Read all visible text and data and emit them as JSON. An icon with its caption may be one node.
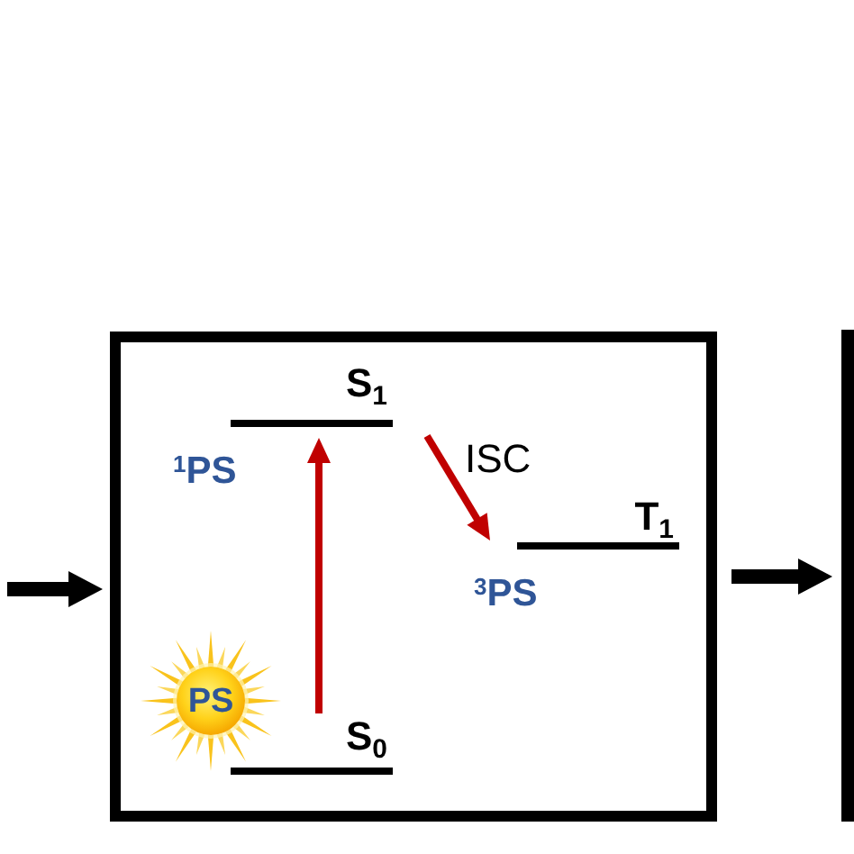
{
  "diagram": {
    "nodes": [
      {
        "text": [],
        "shape": "box"
      },
      {
        "text": [
          "S$_{1}$"
        ],
        "in": 0,
        "beside": [
          "$^{1}$PS"
        ]
      },
      {
        "text": [
          "T$_{1}$"
        ],
        "in": 0,
        "beside": [
          "$^{3}$PS"
        ]
      },
      {
        "text": [
          "PS"
        ],
        "in": 0
      },
      {
        "text": [
          "S$_{0}$"
        ],
        "in": 0
      },
      {
        "text": [],
        "shape": "box"
      }
    ],
    "edges": [
      {
        "from": null,
        "to": 0,
        "arrow": "to",
        "style": "thick"
      },
      {
        "from": 4,
        "to": 1,
        "arrow": "to",
        "color": "#c00000"
      },
      {
        "from": 1,
        "to": 2,
        "arrow": "to",
        "label": "ISC",
        "color": "#c00000"
      },
      {
        "from": 0,
        "to": 5,
        "arrow": "to",
        "style": "thick"
      }
    ]
  }
}
